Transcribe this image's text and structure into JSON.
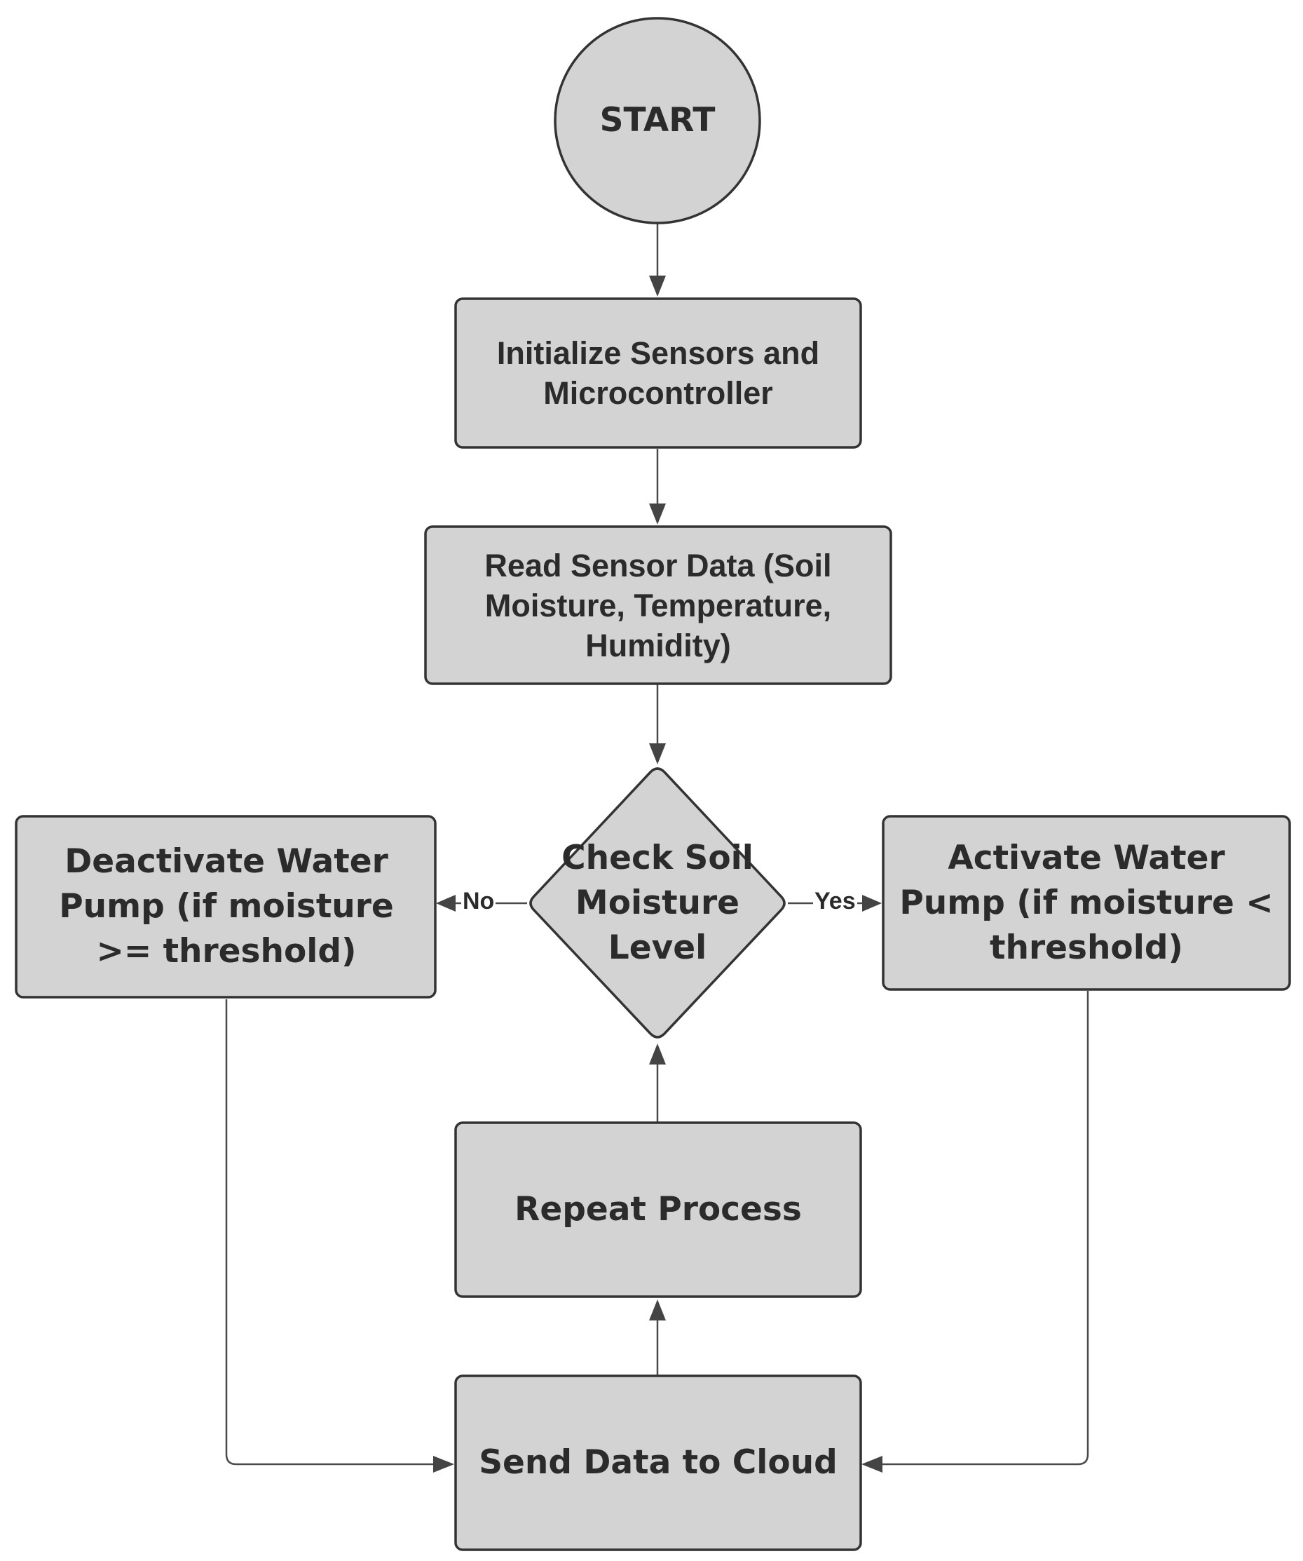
{
  "nodes": {
    "start": "START",
    "initialize": "Initialize Sensors and Microcontroller",
    "read_sensor": "Read Sensor Data (Soil Moisture, Temperature, Humidity)",
    "check_moisture": "Check Soil Moisture Level",
    "deactivate_pump": "Deactivate Water Pump (if moisture >= threshold)",
    "activate_pump": "Activate Water Pump (if moisture < threshold)",
    "repeat": "Repeat Process",
    "send_cloud": "Send Data to Cloud"
  },
  "edge_labels": {
    "no": "No",
    "yes": "Yes"
  },
  "colors": {
    "shape_fill": "#d3d3d3",
    "shape_stroke": "#333333",
    "text": "#2b2b2b",
    "connector": "#4a4a4a"
  }
}
